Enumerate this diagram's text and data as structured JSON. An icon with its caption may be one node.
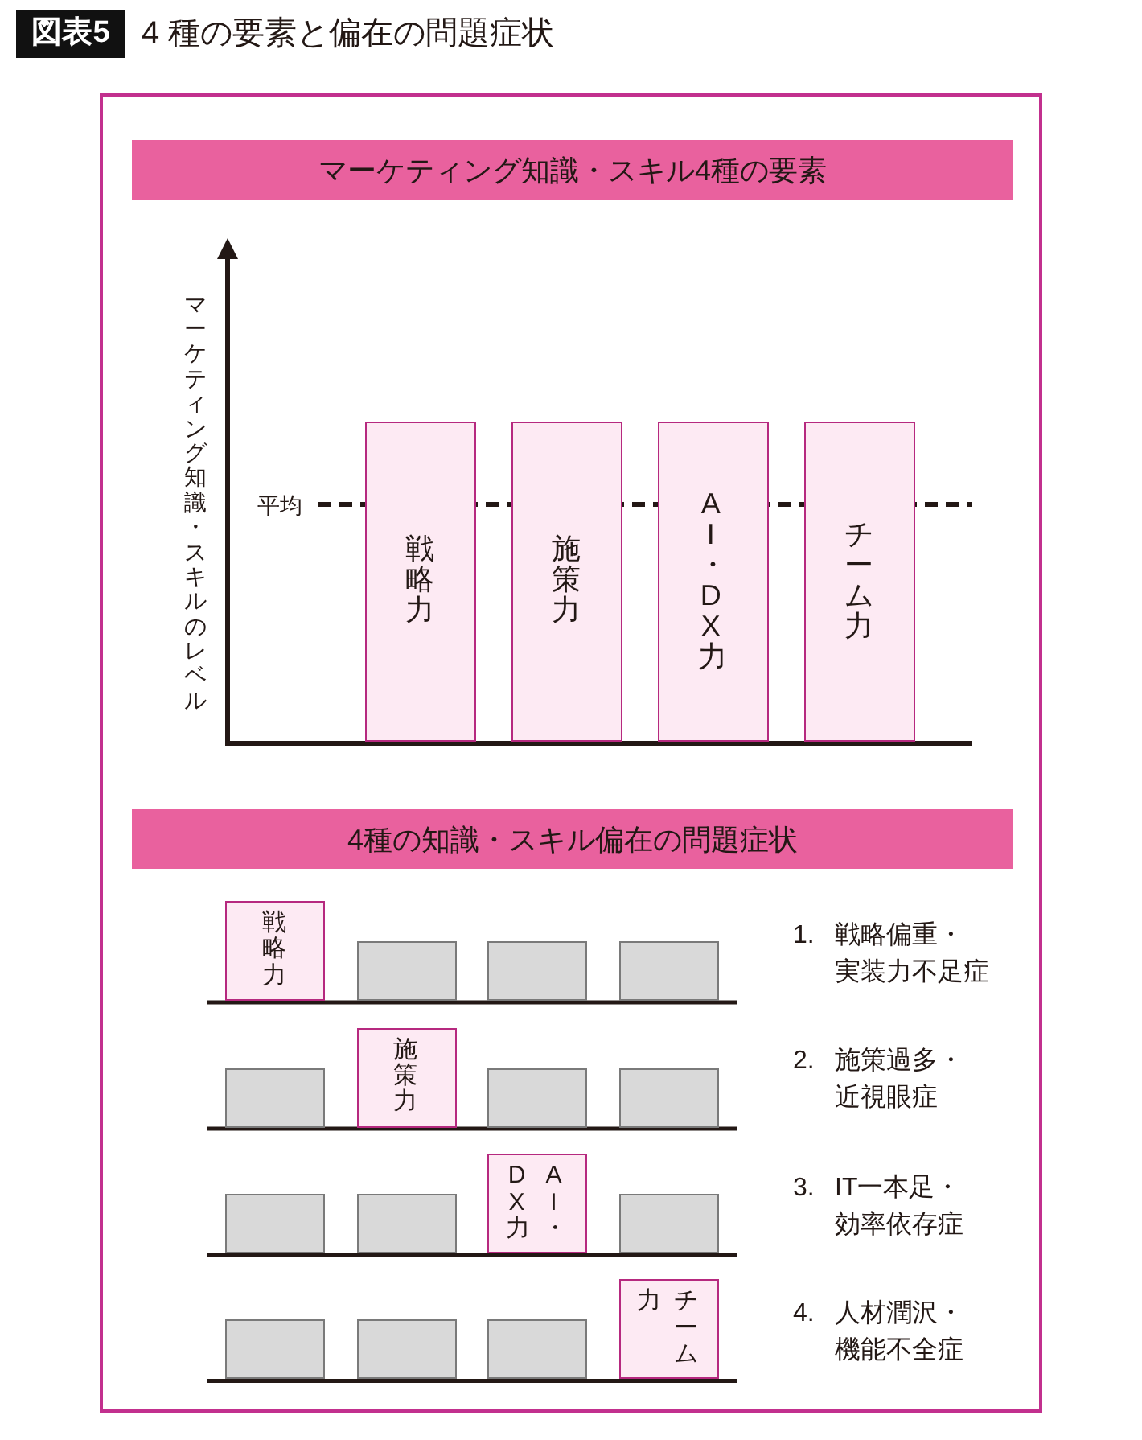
{
  "diagram": {
    "title": "4 種の要素と偏在の問題症状",
    "nodes": [
      {
        "text": [
          "マーケティング知識・スキル4種の要素"
        ]
      },
      {
        "text": [
          "戦略力"
        ]
      },
      {
        "text": [
          "施策力"
        ]
      },
      {
        "text": [
          "AI・DX力"
        ]
      },
      {
        "text": [
          "チーム力"
        ]
      },
      {
        "text": [
          "4種の知識・スキル偏在の問題症状"
        ]
      },
      {
        "text": [
          "戦略力"
        ]
      },
      {
        "text": [],
        "shape": "box"
      },
      {
        "text": [],
        "shape": "box"
      },
      {
        "text": [],
        "shape": "box"
      },
      {
        "text": [],
        "shape": "box"
      },
      {
        "text": [
          "施策力"
        ]
      },
      {
        "text": [],
        "shape": "box"
      },
      {
        "text": [],
        "shape": "box"
      },
      {
        "text": [],
        "shape": "box"
      },
      {
        "text": [],
        "shape": "box"
      },
      {
        "text": [
          "AI・DX力"
        ]
      },
      {
        "text": [],
        "shape": "box"
      },
      {
        "text": [],
        "shape": "box"
      },
      {
        "text": [],
        "shape": "box"
      },
      {
        "text": [],
        "shape": "box"
      },
      {
        "text": [
          "チーム力"
        ]
      }
    ],
    "labels": [
      "図表5",
      "マーケティング知識・スキルのレベル",
      "平均",
      "1.",
      "戦略偏重・実装力不足症",
      "2.",
      "施策過多・近視眼症",
      "3.",
      "IT一本足・効率依存症",
      "4.",
      "人材潤沢・機能不全症"
    ]
  }
}
